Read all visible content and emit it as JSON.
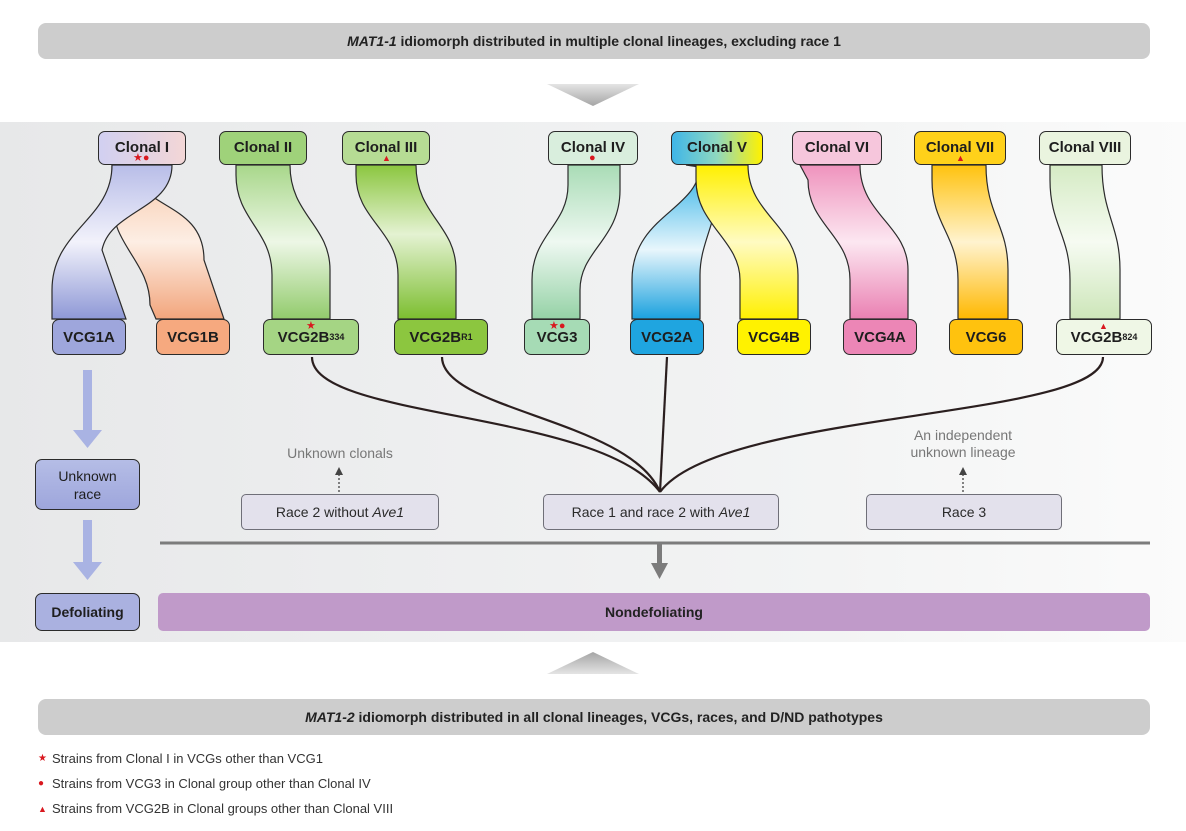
{
  "top_banner": {
    "prefix": "MAT1-1",
    "rest": " idiomorph distributed in multiple clonal lineages, excluding race 1"
  },
  "bottom_banner": {
    "prefix": "MAT1-2",
    "rest": " idiomorph distributed in all clonal lineages, VCGs, races, and D/ND pathotypes"
  },
  "clonals": [
    {
      "label": "Clonal I",
      "markers": "★●",
      "color": "#d8d6ef"
    },
    {
      "label": "Clonal II",
      "markers": "",
      "color": "#9fd27a"
    },
    {
      "label": "Clonal III",
      "markers": "▲",
      "color": "#b6dc94"
    },
    {
      "label": "Clonal IV",
      "markers": "●",
      "color": "#d9eedd"
    },
    {
      "label": "Clonal V",
      "markers": "",
      "color": "#7fd2ee"
    },
    {
      "label": "Clonal VI",
      "markers": "",
      "color": "#f6c6dc"
    },
    {
      "label": "Clonal VII",
      "markers": "▲",
      "color": "#ffd11a"
    },
    {
      "label": "Clonal VIII",
      "markers": "",
      "color": "#eaf4df"
    }
  ],
  "vcgs": [
    {
      "base": "VCG1A",
      "sup": "",
      "markers": "",
      "color": "#9ea6dc"
    },
    {
      "base": "VCG1B",
      "sup": "",
      "markers": "",
      "color": "#f6a97f"
    },
    {
      "base": "VCG2B",
      "sup": "334",
      "markers": "★",
      "color": "#a5d584"
    },
    {
      "base": "VCG2B",
      "sup": "R1",
      "markers": "",
      "color": "#8cc63f"
    },
    {
      "base": "VCG3",
      "sup": "",
      "markers": "★●",
      "color": "#a6dbb5"
    },
    {
      "base": "VCG2A",
      "sup": "",
      "markers": "",
      "color": "#1fa5e0"
    },
    {
      "base": "VCG4B",
      "sup": "",
      "markers": "",
      "color": "#fff200"
    },
    {
      "base": "VCG4A",
      "sup": "",
      "markers": "",
      "color": "#ec86b6"
    },
    {
      "base": "VCG6",
      "sup": "",
      "markers": "",
      "color": "#ffc20e"
    },
    {
      "base": "VCG2B",
      "sup": "824",
      "markers": "▲",
      "color": "#eff7e6"
    }
  ],
  "left_column": {
    "unknown_race": "Unknown race",
    "defoliating": "Defoliating"
  },
  "nondefoliating": "Nondefoliating",
  "races": {
    "race2_without": {
      "text": "Race 2 without ",
      "italic": "Ave1"
    },
    "race1_race2_with": {
      "text": "Race 1 and race 2 with ",
      "italic": "Ave1"
    },
    "race3": "Race 3"
  },
  "annotations": {
    "unknown_clonals": "Unknown clonals",
    "independent_line1": "An independent",
    "independent_line2": "unknown lineage"
  },
  "legend": [
    {
      "symbol": "★",
      "text": "Strains from Clonal I in VCGs other than VCG1"
    },
    {
      "symbol": "●",
      "text": "Strains from VCG3 in Clonal group other than Clonal IV"
    },
    {
      "symbol": "▲",
      "text": "Strains from VCG2B in Clonal groups other than Clonal VIII"
    }
  ]
}
